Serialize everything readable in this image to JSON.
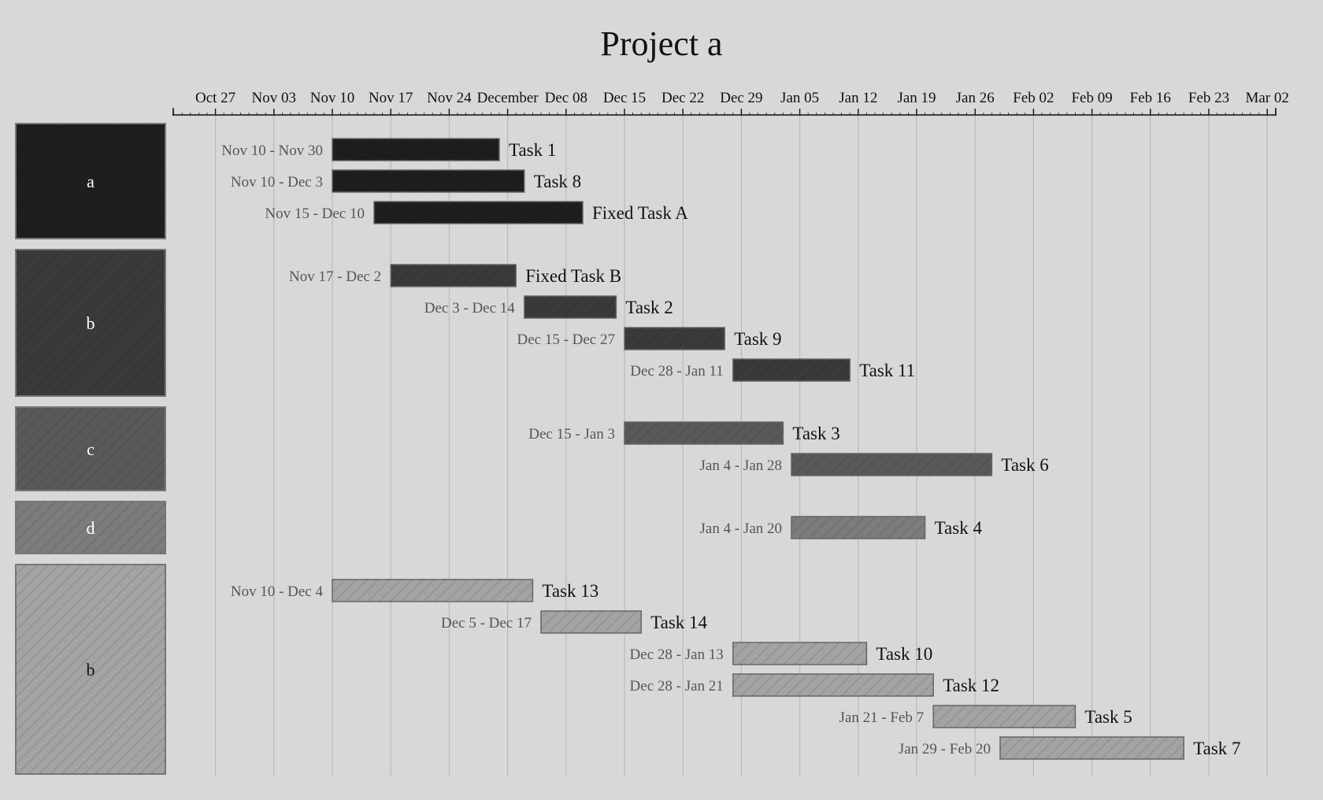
{
  "chart_data": {
    "type": "gantt",
    "title": "Project a",
    "axis": {
      "start": "2024-10-22",
      "end": "2025-03-03",
      "ticks": [
        {
          "date": "2024-10-27",
          "label": "Oct 27"
        },
        {
          "date": "2024-11-03",
          "label": "Nov 03"
        },
        {
          "date": "2024-11-10",
          "label": "Nov 10"
        },
        {
          "date": "2024-11-17",
          "label": "Nov 17"
        },
        {
          "date": "2024-11-24",
          "label": "Nov 24"
        },
        {
          "date": "2024-12-01",
          "label": "December"
        },
        {
          "date": "2024-12-08",
          "label": "Dec 08"
        },
        {
          "date": "2024-12-15",
          "label": "Dec 15"
        },
        {
          "date": "2024-12-22",
          "label": "Dec 22"
        },
        {
          "date": "2024-12-29",
          "label": "Dec 29"
        },
        {
          "date": "2025-01-05",
          "label": "Jan 05"
        },
        {
          "date": "2025-01-12",
          "label": "Jan 12"
        },
        {
          "date": "2025-01-19",
          "label": "Jan 19"
        },
        {
          "date": "2025-01-26",
          "label": "Jan 26"
        },
        {
          "date": "2025-02-02",
          "label": "Feb 02"
        },
        {
          "date": "2025-02-09",
          "label": "Feb 09"
        },
        {
          "date": "2025-02-16",
          "label": "Feb 16"
        },
        {
          "date": "2025-02-23",
          "label": "Feb 23"
        },
        {
          "date": "2025-03-02",
          "label": "Mar 02"
        }
      ],
      "grid": true
    },
    "groups": [
      {
        "label": "a",
        "color": "#1e1e1e",
        "label_color": "#ffffff",
        "tasks": [
          {
            "name": "Task 1",
            "start": "2024-11-10",
            "end": "2024-11-30",
            "range_label": "Nov 10 - Nov 30"
          },
          {
            "name": "Task 8",
            "start": "2024-11-10",
            "end": "2024-12-03",
            "range_label": "Nov 10 - Dec 3"
          },
          {
            "name": "Fixed Task A",
            "start": "2024-11-15",
            "end": "2024-12-10",
            "range_label": "Nov 15 - Dec 10"
          }
        ]
      },
      {
        "label": "b",
        "color": "#3a3a3a",
        "label_color": "#ffffff",
        "tasks": [
          {
            "name": "Fixed Task B",
            "start": "2024-11-17",
            "end": "2024-12-02",
            "range_label": "Nov 17 - Dec 2"
          },
          {
            "name": "Task 2",
            "start": "2024-12-03",
            "end": "2024-12-14",
            "range_label": "Dec 3 - Dec 14"
          },
          {
            "name": "Task 9",
            "start": "2024-12-15",
            "end": "2024-12-27",
            "range_label": "Dec 15 - Dec 27"
          },
          {
            "name": "Task 11",
            "start": "2024-12-28",
            "end": "2025-01-11",
            "range_label": "Dec 28 - Jan 11"
          }
        ]
      },
      {
        "label": "c",
        "color": "#595959",
        "label_color": "#ffffff",
        "tasks": [
          {
            "name": "Task 3",
            "start": "2024-12-15",
            "end": "2025-01-03",
            "range_label": "Dec 15 - Jan 3"
          },
          {
            "name": "Task 6",
            "start": "2025-01-04",
            "end": "2025-01-28",
            "range_label": "Jan 4 - Jan 28"
          }
        ]
      },
      {
        "label": "d",
        "color": "#7c7c7c",
        "label_color": "#ffffff",
        "tasks": [
          {
            "name": "Task 4",
            "start": "2025-01-04",
            "end": "2025-01-20",
            "range_label": "Jan 4 - Jan 20"
          }
        ]
      },
      {
        "label": "b",
        "color": "#a3a3a3",
        "label_color": "#111111",
        "tasks": [
          {
            "name": "Task 13",
            "start": "2024-11-10",
            "end": "2024-12-04",
            "range_label": "Nov 10 - Dec 4"
          },
          {
            "name": "Task 14",
            "start": "2024-12-05",
            "end": "2024-12-17",
            "range_label": "Dec 5 - Dec 17"
          },
          {
            "name": "Task 10",
            "start": "2024-12-28",
            "end": "2025-01-13",
            "range_label": "Dec 28 - Jan 13"
          },
          {
            "name": "Task 12",
            "start": "2024-12-28",
            "end": "2025-01-21",
            "range_label": "Dec 28 - Jan 21"
          },
          {
            "name": "Task 5",
            "start": "2025-01-21",
            "end": "2025-02-07",
            "range_label": "Jan 21 - Feb 7"
          },
          {
            "name": "Task 7",
            "start": "2025-01-29",
            "end": "2025-02-20",
            "range_label": "Jan 29 - Feb 20"
          }
        ]
      }
    ]
  }
}
